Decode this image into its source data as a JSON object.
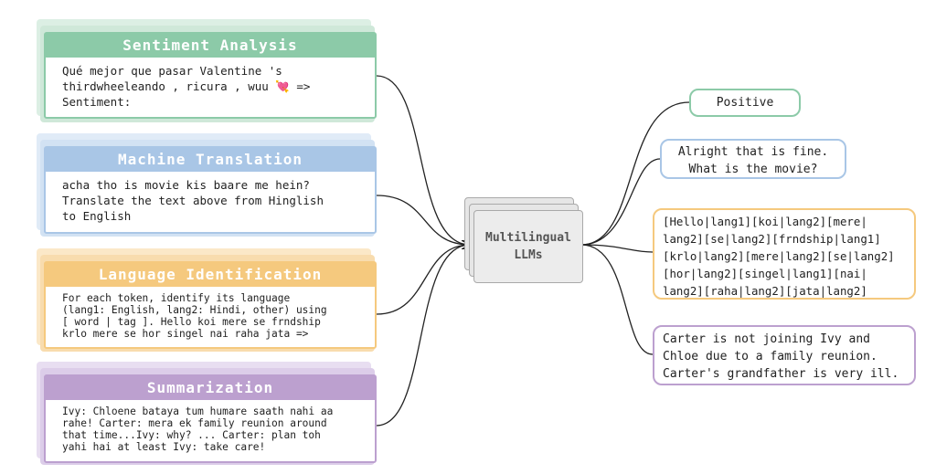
{
  "tasks": [
    {
      "title": "Sentiment Analysis",
      "prompt": "Qué mejor que pasar Valentine 's\nthirdwheeleando , ricura , wuu 💘 =>\nSentiment:",
      "color": "#8ccaa8",
      "shadow_color": "#dcefe4"
    },
    {
      "title": "Machine Translation",
      "prompt": "acha tho is movie kis baare me hein?\nTranslate the text above from Hinglish\nto English",
      "color": "#a9c6e6",
      "shadow_color": "#e0ebf7"
    },
    {
      "title": "Language Identification",
      "prompt": "For each token, identify its language\n(lang1: English, lang2: Hindi, other) using\n[ word | tag ]. Hello koi mere se frndship\nkrlo mere se hor singel nai raha jata =>",
      "color": "#f5c97e",
      "shadow_color": "#fbe8c8"
    },
    {
      "title": "Summarization",
      "prompt": "Ivy: Chloene bataya tum humare saath nahi aa\nrahe! Carter: mera ek family reunion around\nthat time...Ivy: why? ... Carter: plan toh\nyahi hai at least Ivy: take care!",
      "color": "#bca0cf",
      "shadow_color": "#e8def1"
    }
  ],
  "model": {
    "label": "Multilingual\nLLMs"
  },
  "outputs": [
    {
      "text": "Positive",
      "color": "#8ccaa8"
    },
    {
      "text": "Alright that is fine.\nWhat is the movie?",
      "color": "#a9c6e6"
    },
    {
      "text": "[Hello|lang1][koi|lang2][mere|\nlang2][se|lang2][frndship|lang1]\n[krlo|lang2][mere|lang2][se|lang2]\n[hor|lang2][singel|lang1][nai|\nlang2][raha|lang2][jata|lang2]",
      "color": "#f5c97e"
    },
    {
      "text": "Carter is not joining Ivy and\nChloe due to a family reunion.\nCarter's grandfather is very ill.",
      "color": "#bca0cf"
    }
  ]
}
